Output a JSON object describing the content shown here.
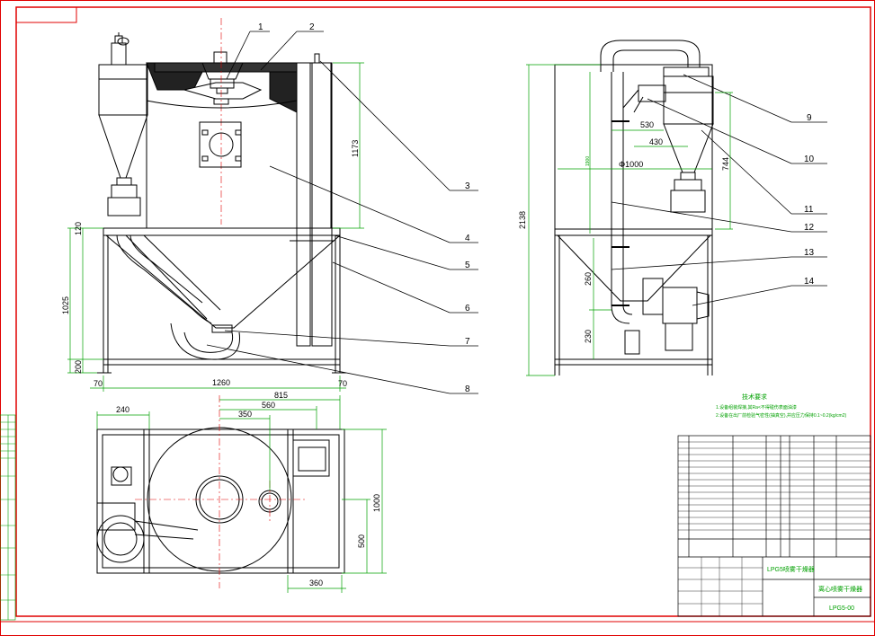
{
  "leaders": [
    "1",
    "2",
    "3",
    "4",
    "5",
    "6",
    "7",
    "8",
    "9",
    "10",
    "11",
    "12",
    "13",
    "14"
  ],
  "front_dims": {
    "h1173": "1173",
    "h120": "120",
    "h1025": "1025",
    "h200": "200",
    "w1260": "1260",
    "w70a": "70",
    "w70b": "70"
  },
  "side_dims": {
    "h2138": "2138",
    "w530": "530",
    "w430": "430",
    "d1000": "Φ1000",
    "h744": "744",
    "h260": "260",
    "h230": "230",
    "h1900": "1900"
  },
  "plan_dims": {
    "w240": "240",
    "w815": "815",
    "w560": "560",
    "w350": "350",
    "h1000": "1000",
    "h500": "500",
    "w360": "360"
  },
  "notes": {
    "title": "技术要求",
    "line1": "1.设备组装焊接,其Ra<不得碰伤表面油漆",
    "line2": "2.设备在出厂前检验气密性(抽真空),并应压力保持0.1~0.2(kg/cm2)"
  },
  "title_block": {
    "product": "LPG5喷雾干燥器",
    "drawing_name": "离心喷雾干燥器",
    "drawing_no": "LPG5-00"
  },
  "colors": {
    "frame": "#e00000",
    "lines": "#000000",
    "annotation": "#00a000",
    "centerline": "#e00000",
    "hatch": "#000000"
  }
}
